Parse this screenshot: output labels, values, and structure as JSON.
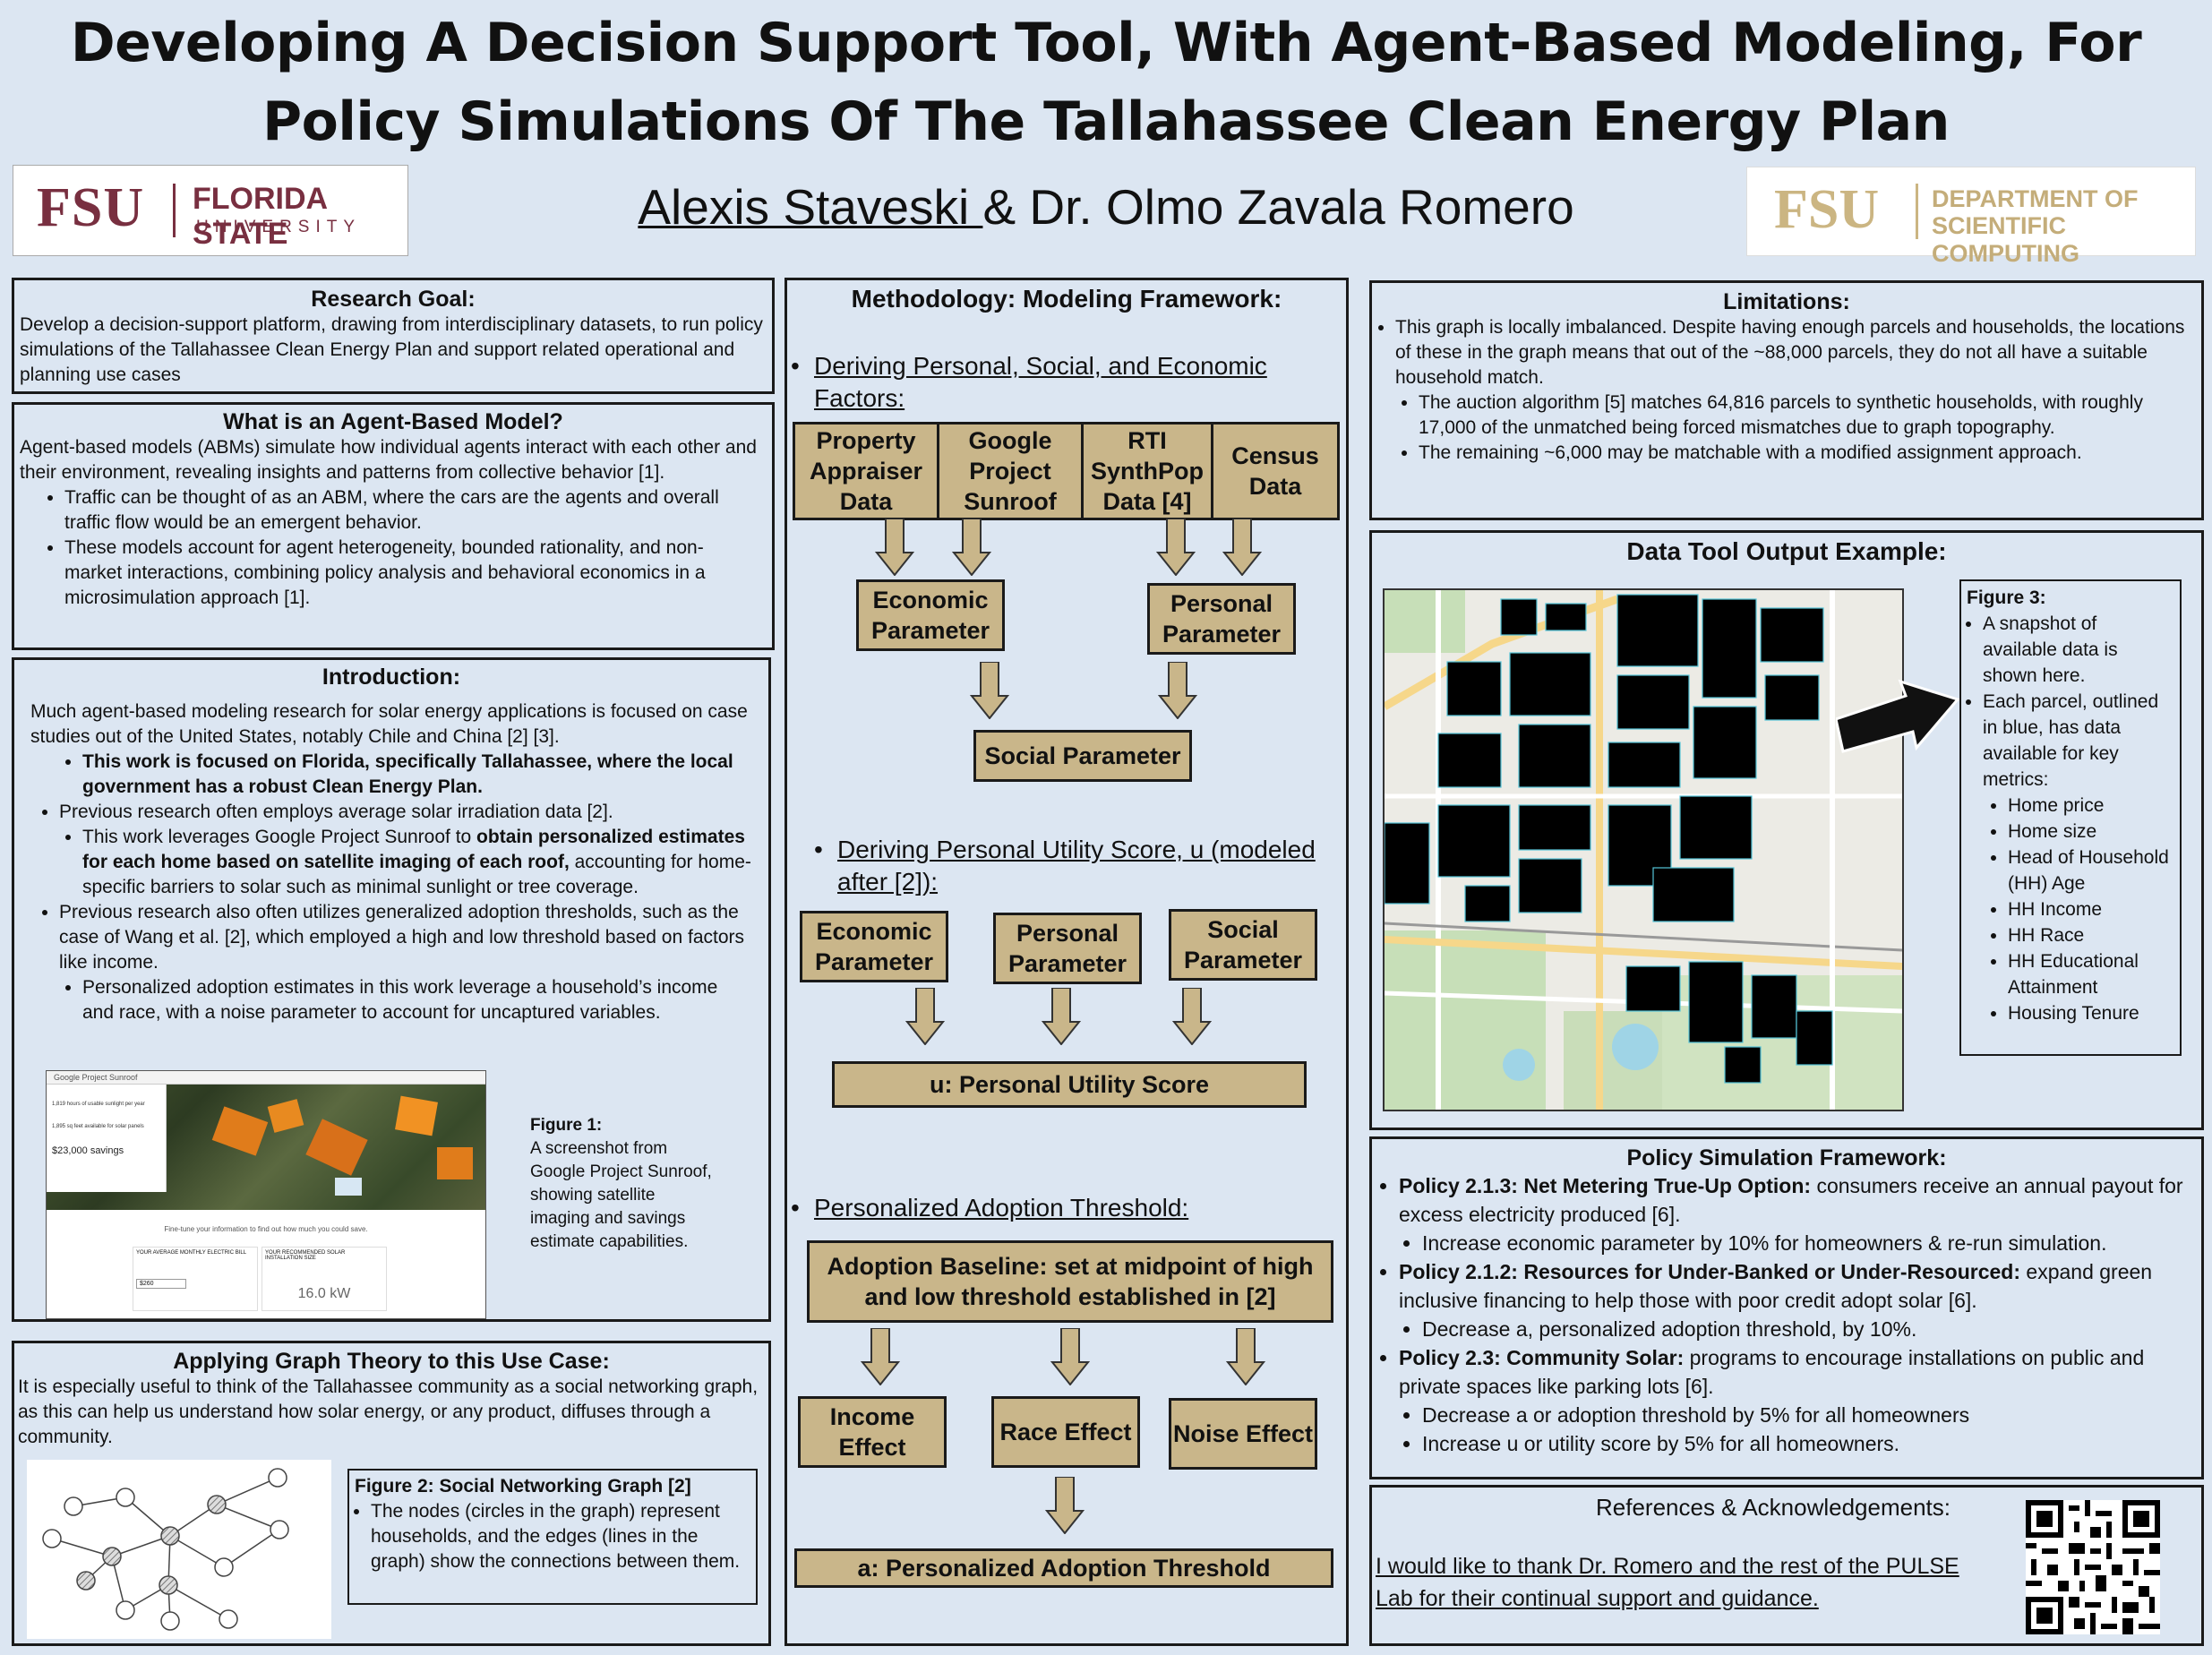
{
  "header": {
    "title_line1": "Developing A Decision Support Tool, With Agent-Based Modeling, For",
    "title_line2": "Policy Simulations Of The Tallahassee Clean Energy Plan",
    "author1": "Alexis Staveski ",
    "author_rest": "& Dr. Olmo Zavala Romero",
    "logo_left": {
      "abbr": "FSU",
      "name1": "FLORIDA STATE",
      "name2": "UNIVERSITY"
    },
    "logo_right": {
      "abbr": "FSU",
      "name1": "DEPARTMENT OF",
      "name2": "SCIENTIFIC COMPUTING"
    }
  },
  "research_goal": {
    "heading": "Research Goal:",
    "text": "Develop a decision-support platform, drawing from interdisciplinary datasets, to run policy simulations of the Tallahassee Clean Energy Plan and support related operational and planning use cases"
  },
  "abm": {
    "heading": "What is an Agent-Based Model?",
    "text": "Agent-based models (ABMs) simulate how individual agents interact with each other and their environment, revealing insights and patterns from collective behavior [1].",
    "bullets": [
      "Traffic can be thought of as an ABM, where the cars are the agents and overall traffic flow would be an emergent behavior.",
      "These models account for agent heterogeneity, bounded rationality, and non-market interactions, combining policy analysis and behavioral economics in a microsimulation approach [1]."
    ]
  },
  "intro": {
    "heading": "Introduction:",
    "p1": "Much agent-based modeling research for solar energy applications is focused on case studies out of the United States, notably Chile and China [2] [3].",
    "b1": "This work is focused on Florida, specifically Tallahassee, where the local government has a robust Clean Energy Plan.",
    "b2": "Previous research often employs average solar irradiation data [2].",
    "b2a_pre": "This work leverages Google Project Sunroof to ",
    "b2a_bold": "obtain personalized estimates for each home based on satellite imaging of each roof,",
    "b2a_post": " accounting for home-specific barriers to solar such as minimal sunlight or tree coverage.",
    "b3": "Previous research also often utilizes generalized adoption thresholds, such as the case of Wang et al. [2], which employed a high and low threshold based on factors like income.",
    "b3a": "Personalized adoption estimates in this work leverage a household’s income and race, with a noise parameter to account for uncaptured variables.",
    "fig1_title": "Figure 1:",
    "fig1_text": "A screenshot from Google Project Sunroof, showing satellite imaging and savings estimate capabilities.",
    "sunroof": {
      "app": "Google Project Sunroof",
      "row1": "1,819 hours of usable sunlight per year",
      "row2": "1,895 sq feet available for solar panels",
      "savings": "$23,000 savings",
      "tailor": "Fine-tune your information to find out how much you could save.",
      "bill_label": "YOUR AVERAGE MONTHLY ELECTRIC BILL",
      "bill_value": "$260",
      "size_label": "YOUR RECOMMENDED SOLAR INSTALLATION SIZE",
      "size_value": "16.0 kW"
    }
  },
  "graph": {
    "heading": "Applying Graph Theory to this Use Case:",
    "text": "It is especially useful to think of the Tallahassee community as a social networking graph, as this can help us understand how solar energy, or any product, diffuses through a community.",
    "fig2_title": "Figure 2: Social Networking Graph [2]",
    "fig2_text": "The nodes (circles in the graph) represent households, and the edges (lines in the graph) show the connections between them."
  },
  "methodology": {
    "heading": "Methodology: Modeling Framework:",
    "s1": "Deriving Personal, Social, and Economic Factors:",
    "sources": [
      "Property Appraiser Data",
      "Google Project Sunroof",
      "RTI SynthPop Data [4]",
      "Census Data"
    ],
    "economic": "Economic Parameter",
    "personal": "Personal Parameter",
    "social": "Social Parameter",
    "s2": "Deriving Personal Utility Score, u (modeled after [2]):",
    "utility": "u: Personal Utility Score",
    "s3": "Personalized Adoption Threshold:",
    "baseline": "Adoption Baseline: set at midpoint of high and low threshold established in [2]",
    "income": "Income Effect",
    "race": "Race Effect",
    "noise": "Noise Effect",
    "threshold": "a: Personalized Adoption Threshold"
  },
  "limitations": {
    "heading": "Limitations:",
    "b1": "This graph is locally imbalanced. Despite having enough parcels and households, the locations of these in the graph means that out of the ~88,000 parcels, they do not all have a suitable household match.",
    "b1a": "The auction algorithm [5] matches 64,816 parcels to synthetic households, with roughly 17,000 of the unmatched being forced mismatches due to graph topography.",
    "b1b": "The remaining ~6,000 may be matchable with a modified assignment approach."
  },
  "data_tool": {
    "heading": "Data Tool Output Example:",
    "fig3_title": "Figure 3:",
    "b1": "A snapshot of available data is shown here.",
    "b2": "Each parcel, outlined in blue, has data available for key metrics:",
    "metrics": [
      "Home price",
      "Home size",
      "Head of Household (HH) Age",
      "HH Income",
      "HH Race",
      "HH Educational Attainment",
      "Housing Tenure"
    ]
  },
  "policy": {
    "heading": "Policy Simulation Framework:",
    "p1_bold": "Policy 2.1.3: Net Metering True-Up Option:",
    "p1_text": " consumers receive an annual payout for excess electricity produced [6].",
    "p1a": "Increase economic parameter by 10% for homeowners & re-run simulation.",
    "p2_bold": "Policy 2.1.2: Resources for Under-Banked or Under-Resourced:",
    "p2_text": " expand green inclusive financing to help those with poor credit adopt solar [6].",
    "p2a": "Decrease a, personalized adoption threshold, by 10%.",
    "p3_bold": "Policy 2.3: Community Solar:",
    "p3_text": " programs to encourage installations on public and private spaces like parking lots [6].",
    "p3a": "Decrease a or adoption threshold by 5% for all homeowners",
    "p3b": "Increase u or utility score by 5% for all homeowners."
  },
  "references": {
    "heading": "References & Acknowledgements:",
    "text": "I would like to thank Dr. Romero and the rest of the PULSE Lab for their continual support and guidance."
  },
  "colors": {
    "background": "#dce6f2",
    "box_fill": "#c9b68a",
    "fsu_garnet": "#782f40",
    "fsu_gold": "#cbb582"
  }
}
